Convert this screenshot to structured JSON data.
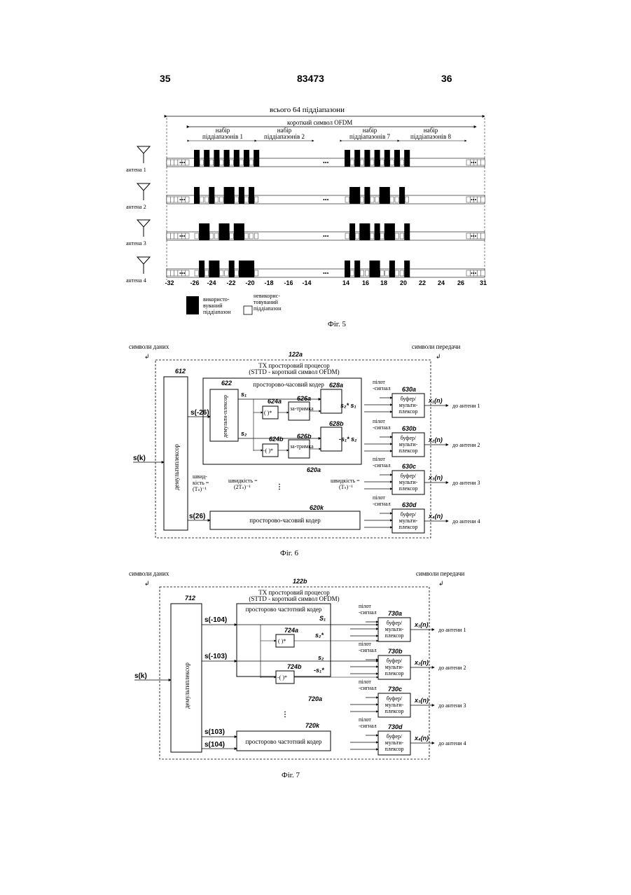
{
  "header": {
    "page_left": "35",
    "doc_number": "83473",
    "page_right": "36"
  },
  "fig5": {
    "caption": "Фіг. 5",
    "total_label": "всього 64 піддіапазони",
    "symbol_label": "короткий символ OFDM",
    "groups": [
      {
        "line1": "набір",
        "line2": "піддіапазонів 1"
      },
      {
        "line1": "набір",
        "line2": "піддіапазонів 2"
      },
      {
        "line1": "набір",
        "line2": "піддіапазонів 7"
      },
      {
        "line1": "набір",
        "line2": "піддіапазонів 8"
      }
    ],
    "antennas": [
      "антена 1",
      "антена 2",
      "антена 3",
      "антена 4"
    ],
    "ellipsis": "•••",
    "ticks": [
      "-32",
      "-26",
      "-24",
      "-22",
      "-20",
      "-18",
      "-16",
      "-14",
      "14",
      "16",
      "18",
      "20",
      "22",
      "24",
      "26",
      "31"
    ],
    "legend": {
      "used": [
        "використо-",
        "вуваний",
        "піддіапазон"
      ],
      "unused": [
        "невикорис-",
        "товуваний",
        "піддіапазон"
      ]
    }
  },
  "fig6": {
    "caption": "Фіг. 6",
    "data_symbols": "символи даних",
    "tx_symbols": "символи передачи",
    "proc_ref": "122a",
    "proc_title1": "TX просторовий процесор",
    "proc_title2": "(STTD - короткий символ OFDM)",
    "demux_ref": "612",
    "demux_label": "демультиплексор",
    "input": "s(k)",
    "coder_title": "просторово-часовий кодер",
    "coder_ref_top": "622",
    "inner_demux": "демульти-плексор",
    "s_top": "s(-26)",
    "s_bottom": "s(26)",
    "s1": "s₁",
    "s2": "s₂",
    "conj_a": "( )*",
    "conj_b": "-( )*",
    "conj_ref_a": "624a",
    "conj_ref_b": "624b",
    "delay_label": "за-тримка",
    "delay_ref_a": "626a",
    "delay_ref_b": "626b",
    "sw_ref_a": "628a",
    "sw_ref_b": "628b",
    "sw_out_a": "s₂* s₁",
    "sw_out_b": "-s₁* s₂",
    "coder_ref": "620a",
    "coder_k_ref": "620k",
    "coder_k_label": "просторово-часовий кодер",
    "rate1": [
      "швид-",
      "кість =",
      "(Tₛ)⁻¹"
    ],
    "rate2": [
      "швидкість =",
      "(2Tₛ)⁻¹"
    ],
    "rate3": [
      "швидкість =",
      "(Tₛ)⁻¹"
    ],
    "pilot": "пілот-сигнал",
    "buffers": [
      {
        "ref": "630a",
        "label": "буфер/ мульти- плексор",
        "out": "x₁(n)",
        "dest": "до антени 1"
      },
      {
        "ref": "630b",
        "label": "буфер/ мульти- плексор",
        "out": "x₂(n)",
        "dest": "до антени 2"
      },
      {
        "ref": "630c",
        "label": "буфер/ мульти- плексор",
        "out": "x₃(n)",
        "dest": "до антени 3"
      },
      {
        "ref": "630d",
        "label": "буфер/ мульти- плексор",
        "out": "x₄(n)",
        "dest": "до антени 4"
      }
    ]
  },
  "fig7": {
    "caption": "Фіг. 7",
    "data_symbols": "символи даних",
    "tx_symbols": "символи передачи",
    "proc_ref": "122b",
    "proc_title1": "TX просторовий процесор",
    "proc_title2": "(STTD - короткий символ OFDM)",
    "demux_ref": "712",
    "demux_label": "демультиплексор",
    "input": "s(k)",
    "inputs": [
      "s(-104)",
      "s(-103)",
      "s(103)",
      "s(104)"
    ],
    "coder_title": "просторово частотний кодер",
    "coder_ref": "720a",
    "coder_k_ref": "720k",
    "coder_k_label": "просторово частотний кодер",
    "s1": "S₁",
    "s2": "s₂",
    "conj_a": "( )*",
    "conj_b": "-( )*",
    "conj_ref_a": "724a",
    "conj_ref_b": "724b",
    "out_a": "s₂*",
    "out_b": "-s₁*",
    "pilot": "пілот-сигнал",
    "buffers": [
      {
        "ref": "730a",
        "label": "буфер/ мульти- плексор",
        "out": "x₁(n)",
        "dest": "до антени 1"
      },
      {
        "ref": "730b",
        "label": "буфер/ мульти- плексор",
        "out": "x₂(n)",
        "dest": "до антени 2"
      },
      {
        "ref": "730c",
        "label": "буфер/ мульти- плексор",
        "out": "x₃(n)",
        "dest": "до антени 3"
      },
      {
        "ref": "730d",
        "label": "буфер/ мульти- плексор",
        "out": "x₄(n)",
        "dest": "до антени 4"
      }
    ]
  }
}
